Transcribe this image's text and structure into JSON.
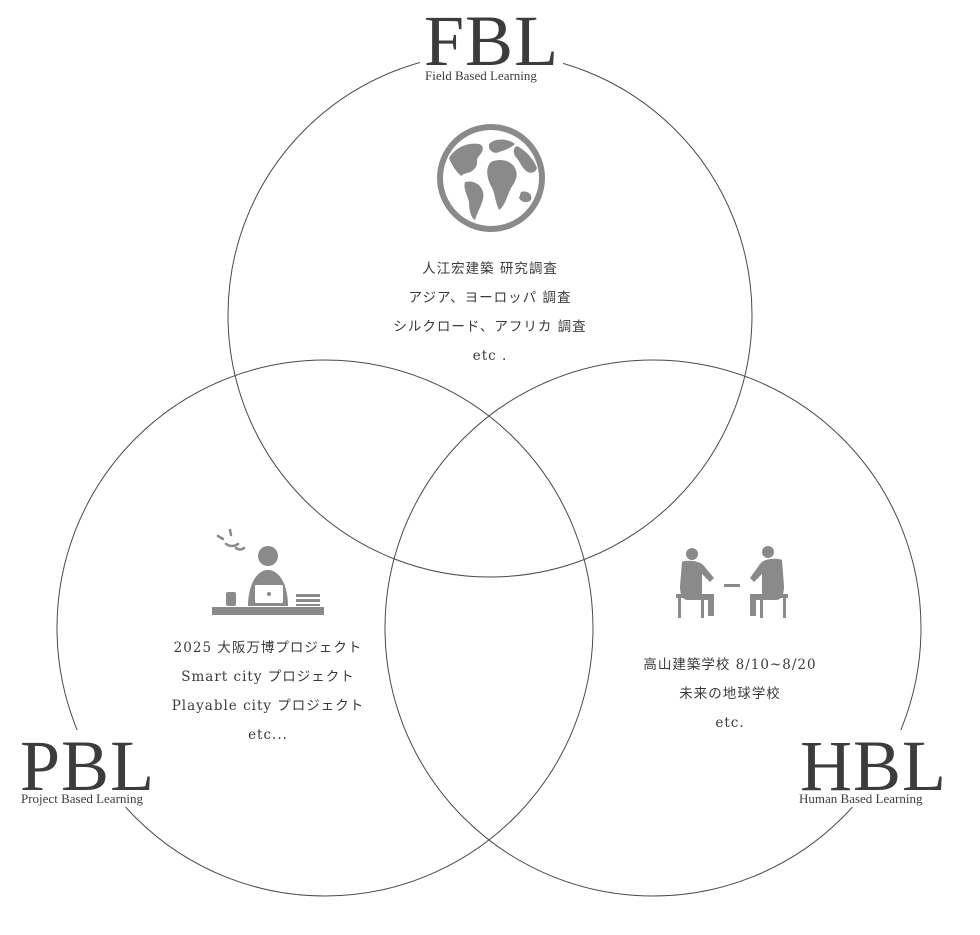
{
  "fbl": {
    "abbr": "FBL",
    "full": "Field Based Learning",
    "lines": [
      "人江宏建築 研究調査",
      "アジア、ヨーロッパ 調査",
      "シルクロード、アフリカ 調査",
      "etc ."
    ]
  },
  "pbl": {
    "abbr": "PBL",
    "full": "Project Based Learning",
    "lines": [
      "2025 大阪万博プロジェクト",
      "Smart city プロジェクト",
      "Playable city プロジェクト",
      "etc..."
    ]
  },
  "hbl": {
    "abbr": "HBL",
    "full": "Human Based Learning",
    "lines": [
      "高山建築学校 8/10~8/20",
      "未来の地球学校",
      "etc."
    ]
  },
  "icons": {
    "fbl": "globe-icon",
    "pbl": "person-at-laptop-icon",
    "hbl": "two-people-talking-icon"
  },
  "colors": {
    "stroke": "#4a4a4a",
    "icon": "#8a8a8a",
    "text": "#3a3a3a"
  }
}
